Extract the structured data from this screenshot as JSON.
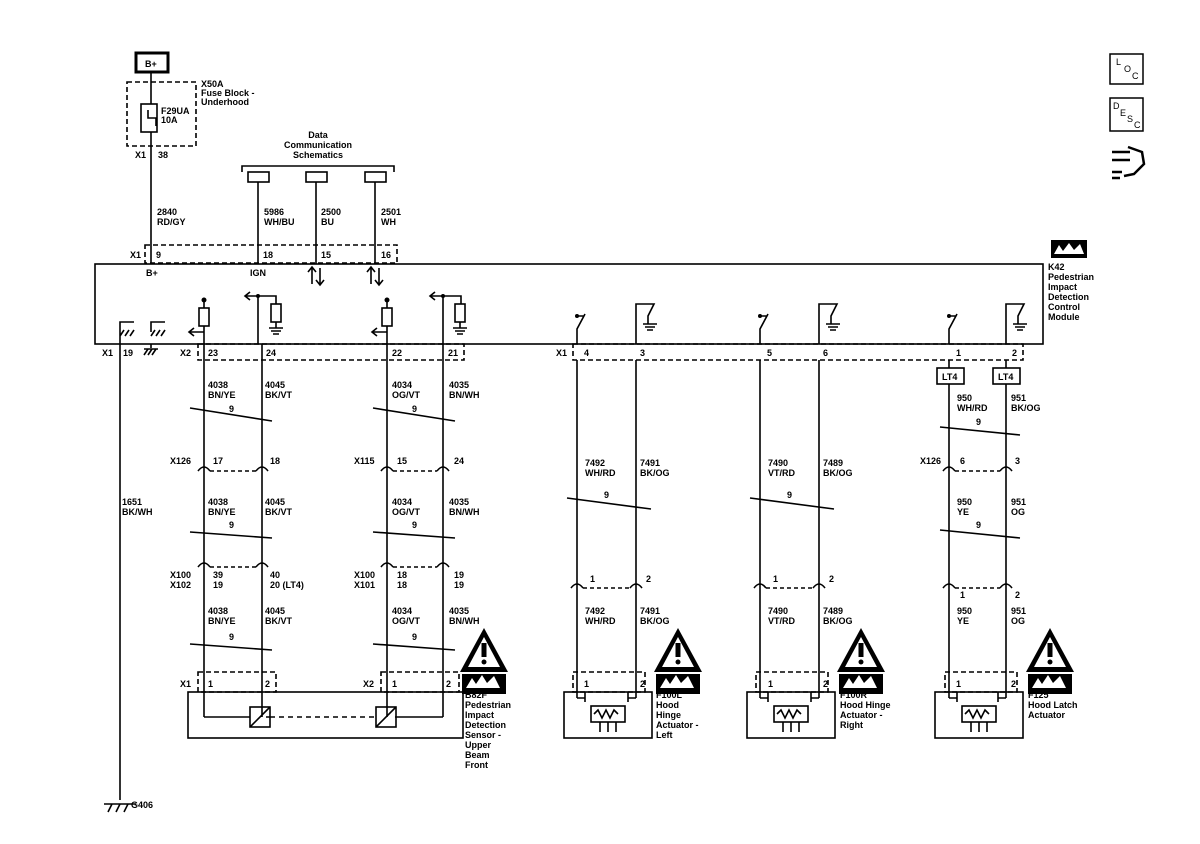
{
  "power_source": "B+",
  "fuse_block": {
    "id": "X50A",
    "name_l1": "Fuse Block -",
    "name_l2": "Underhood",
    "fuse_id": "F29UA",
    "fuse_rating": "10A",
    "connector": "X1",
    "pin": "38"
  },
  "data_comm": {
    "l1": "Data",
    "l2": "Communication",
    "l3": "Schematics"
  },
  "module": {
    "id": "K42",
    "name_lines": [
      "Pedestrian",
      "Impact",
      "Detection",
      "Control",
      "Module"
    ],
    "b_plus": "B+",
    "ign": "IGN"
  },
  "connectors": {
    "x1": "X1",
    "x2": "X2",
    "x126": "X126",
    "x115": "X115",
    "x100": "X100",
    "x102": "X102",
    "x101": "X101"
  },
  "wires": [
    {
      "circuit": "2840",
      "color": "RD/GY",
      "pin": "9"
    },
    {
      "circuit": "5986",
      "color": "WH/BU",
      "pin": "18"
    },
    {
      "circuit": "2500",
      "color": "BU",
      "pin": "15"
    },
    {
      "circuit": "2501",
      "color": "WH",
      "pin": "16"
    }
  ],
  "ground": {
    "pin": "19",
    "circuit": "1651",
    "color": "BK/WH",
    "id": "G406"
  },
  "left_group": {
    "top_pins": [
      "23",
      "24",
      "22",
      "21"
    ],
    "seg_a": [
      {
        "circuit": "4038",
        "color": "BN/YE"
      },
      {
        "circuit": "4045",
        "color": "BK/VT"
      },
      {
        "circuit": "4034",
        "color": "OG/VT"
      },
      {
        "circuit": "4035",
        "color": "BN/WH"
      }
    ],
    "twist": "9",
    "x126_pins": [
      "17",
      "18"
    ],
    "x115_pins": [
      "15",
      "24"
    ],
    "x100a_pins": [
      "39",
      "19"
    ],
    "x100b_pins": [
      "40",
      "20 (LT4)"
    ],
    "x100c_pins": [
      "18",
      "18"
    ],
    "x100d_pins": [
      "19",
      "19"
    ],
    "sensor_pins": [
      "1",
      "2",
      "1",
      "2"
    ]
  },
  "sensor": {
    "id": "B82F",
    "name_lines": [
      "Pedestrian",
      "Impact",
      "Detection",
      "Sensor -",
      "Upper",
      "Beam",
      "Front"
    ]
  },
  "right_x1_pins": [
    "4",
    "3",
    "5",
    "6",
    "1",
    "2"
  ],
  "lt4": "LT4",
  "hinge_left": {
    "id": "F100L",
    "name_lines": [
      "Hood",
      "Hinge",
      "Actuator -",
      "Left"
    ],
    "wires": [
      {
        "circuit": "7492",
        "color": "WH/RD"
      },
      {
        "circuit": "7491",
        "color": "BK/OG"
      }
    ],
    "pins": [
      "1",
      "2"
    ]
  },
  "hinge_right": {
    "id": "F100R",
    "name_lines": [
      "Hood Hinge",
      "Actuator -",
      "Right"
    ],
    "wires": [
      {
        "circuit": "7490",
        "color": "VT/RD"
      },
      {
        "circuit": "7489",
        "color": "BK/OG"
      }
    ],
    "pins": [
      "1",
      "2"
    ]
  },
  "latch": {
    "id": "F125",
    "name_lines": [
      "Hood Latch",
      "Actuator"
    ],
    "wires_a": [
      {
        "circuit": "950",
        "color": "WH/RD"
      },
      {
        "circuit": "951",
        "color": "BK/OG"
      }
    ],
    "wires_b": [
      {
        "circuit": "950",
        "color": "YE"
      },
      {
        "circuit": "951",
        "color": "OG"
      }
    ],
    "x126_pins": [
      "6",
      "3"
    ],
    "pins": [
      "1",
      "2"
    ]
  },
  "side_icons": {
    "loc": [
      "L",
      "O",
      "C"
    ],
    "desc": [
      "D",
      "E",
      "S",
      "C"
    ]
  }
}
